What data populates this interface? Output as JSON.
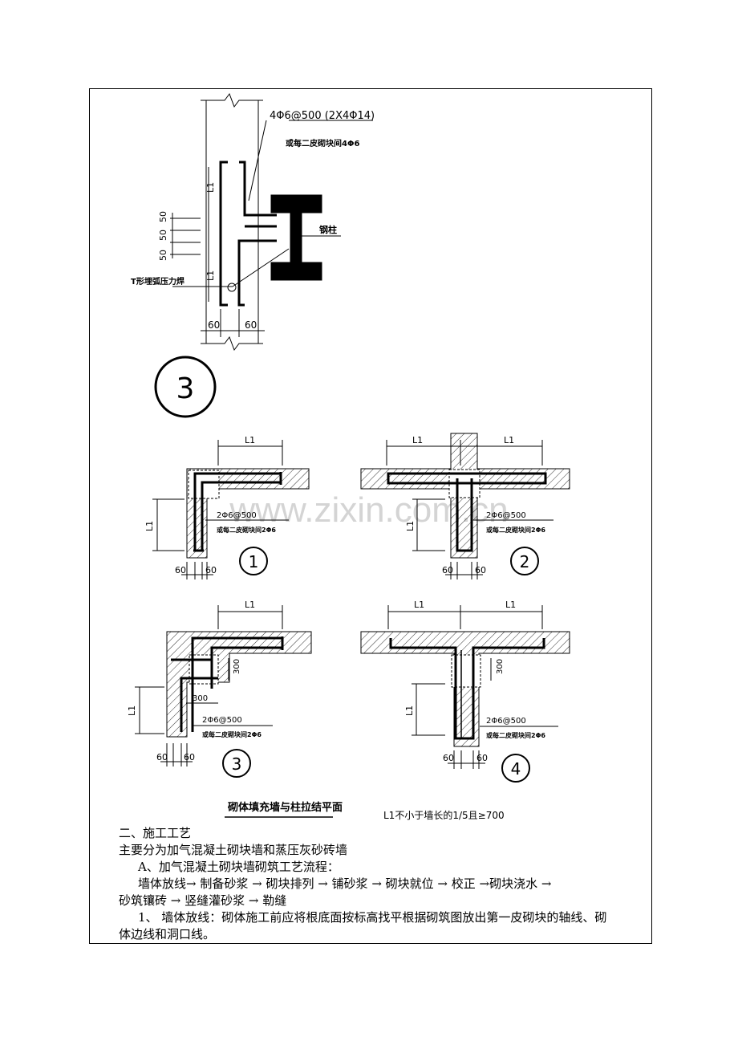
{
  "drawing_top": {
    "rebar_note_1": "4Φ6@500 (2X4Φ14)",
    "rebar_note_2": "或每二皮砌块间4Φ6",
    "steel_column_label": "钢柱",
    "weld_label": "T形埋弧压力焊",
    "dim_l1": "L1",
    "dim_50": "50",
    "dim_60": "60",
    "detail_number": "3"
  },
  "drawing_grid": {
    "dim_l1": "L1",
    "dim_60": "60",
    "dim_300": "300",
    "rebar_note_1": "2Φ6@500",
    "rebar_note_2": "或每二皮砌块间2Φ6",
    "detail_numbers": [
      "1",
      "2",
      "3",
      "4"
    ],
    "title": "砌体填充墙与柱拉结平面",
    "note": "L1不小于墙长的1/5且≥700"
  },
  "watermark": "www.zixin.com.cn",
  "text": {
    "section_heading": "二、施工工艺",
    "intro": "主要分为加气混凝土砌块墙和蒸压灰砂砖墙",
    "sub_heading": "A、加气混凝土砌块墙砌筑工艺流程：",
    "flow_line_1": "墙体放线→  制备砂浆  →  砌块排列  →  铺砂浆     →  砌块就位  →  校正   →砌块浇水  →",
    "flow_line_2": "砂筑镶砖  →  竖缝灌砂浆    →  勒缝",
    "step1_line_1": "1、  墙体放线：砌体施工前应将根底面按标高找平根据砌筑图放出第一皮砌块的轴线、砌",
    "step1_line_2": "体边线和洞口线。"
  }
}
